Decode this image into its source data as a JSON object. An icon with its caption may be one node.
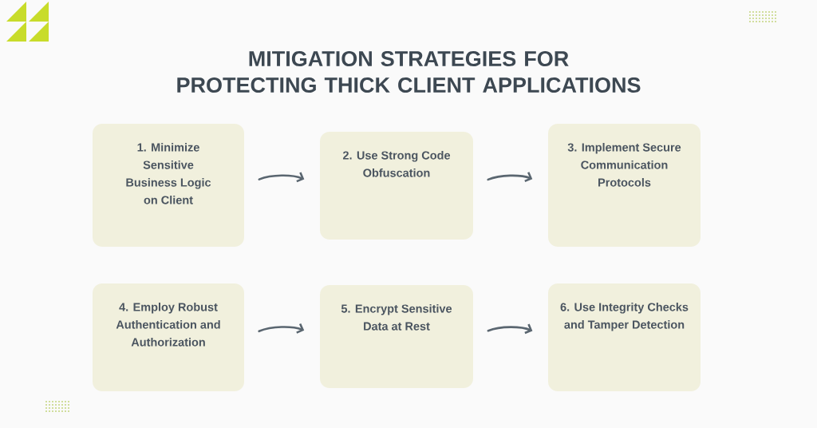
{
  "diagram": {
    "title": "MITIGATION STRATEGIES FOR PROTECTING THICK CLIENT APPLICATIONS",
    "nodes": [
      {
        "text": [
          "1. Minimize Sensitive Business Logic on Client"
        ]
      },
      {
        "text": [
          "2. Use Strong Code Obfuscation"
        ]
      },
      {
        "text": [
          "3. Implement Secure Communication Protocols"
        ]
      },
      {
        "text": [
          "4. Employ Robust Authentication and Authorization"
        ]
      },
      {
        "text": [
          "5. Encrypt Sensitive Data at Rest"
        ]
      },
      {
        "text": [
          "6. Use Integrity Checks and Tamper Detection"
        ]
      }
    ],
    "edges": [
      {
        "from": 0,
        "to": 1,
        "arrow": "to"
      },
      {
        "from": 1,
        "to": 2,
        "arrow": "to"
      },
      {
        "from": 3,
        "to": 4,
        "arrow": "to"
      },
      {
        "from": 4,
        "to": 5,
        "arrow": "to"
      }
    ]
  }
}
